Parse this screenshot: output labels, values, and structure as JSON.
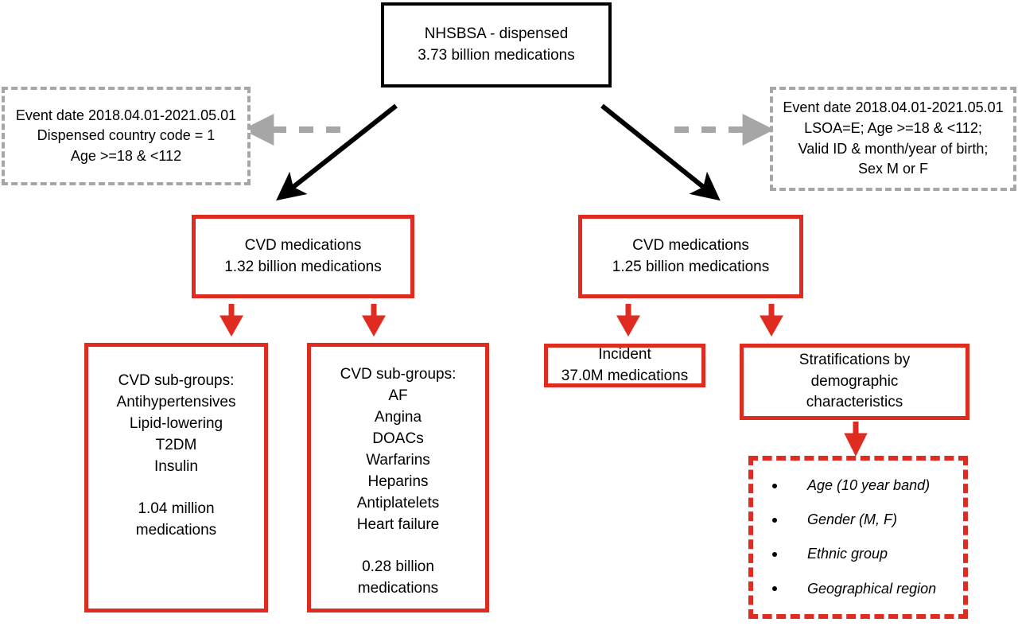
{
  "diagram": {
    "title": "NHSBSA dispensed medications study flow",
    "colors": {
      "red": "#e02b20",
      "gray": "#a6a6a6",
      "black": "#000000",
      "background": "#ffffff"
    }
  },
  "root_box": {
    "line1": "NHSBSA - dispensed",
    "line2": "3.73 billion medications"
  },
  "left_criteria": {
    "line1": "Event date 2018.04.01-2021.05.01",
    "line2": "Dispensed country code = 1",
    "line3": "Age >=18 & <112"
  },
  "right_criteria": {
    "line1": "Event date 2018.04.01-2021.05.01",
    "line2": "LSOA=E; Age >=18 & <112;",
    "line3": "Valid ID & month/year of birth;",
    "line4": "Sex M or F"
  },
  "cvd_left": {
    "line1": "CVD medications",
    "line2": "1.32 billion medications"
  },
  "cvd_right": {
    "line1": "CVD medications",
    "line2": "1.25 billion medications"
  },
  "subgroups_left": {
    "heading": "CVD sub-groups:",
    "items": [
      "Antihypertensives",
      "Lipid-lowering",
      "T2DM",
      "Insulin"
    ],
    "total_line1": "1.04 million",
    "total_line2": "medications"
  },
  "subgroups_right": {
    "heading": "CVD sub-groups:",
    "items": [
      "AF",
      "Angina",
      "DOACs",
      "Warfarins",
      "Heparins",
      "Antiplatelets",
      "Heart failure"
    ],
    "total_line1": "0.28 billion",
    "total_line2": "medications"
  },
  "incident": {
    "line1": "Incident",
    "line2": "37.0M medications"
  },
  "stratifications": {
    "line1": "Stratifications by",
    "line2": "demographic",
    "line3": "characteristics"
  },
  "demographics": {
    "items": [
      "Age (10 year band)",
      "Gender (M, F)",
      "Ethnic group",
      "Geographical region"
    ]
  }
}
